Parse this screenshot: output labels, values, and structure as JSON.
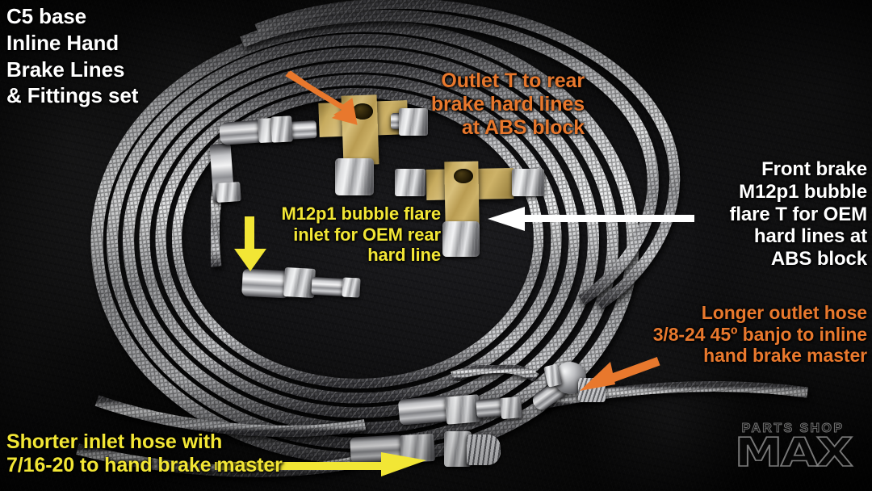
{
  "product": {
    "title_lines": [
      "C5 base",
      "Inline Hand",
      "Brake Lines",
      "& Fittings set"
    ],
    "title_text": "C5 base\nInline Hand\nBrake Lines\n& Fittings set"
  },
  "annotations": [
    {
      "id": "outlet-t-rear",
      "text": "Outlet T to rear\nbrake hard lines\nat ABS block",
      "color": "#e8782d",
      "color_name": "orange",
      "align": "right",
      "arrow": {
        "direction": "down-right",
        "color": "#e8782d"
      }
    },
    {
      "id": "m12p1-rear-inlet",
      "text": "M12p1 bubble flare\ninlet for OEM rear\nhard line",
      "color": "#f2e635",
      "color_name": "yellow",
      "align": "right",
      "arrow": {
        "direction": "down",
        "color": "#f2e635"
      }
    },
    {
      "id": "front-brake-t",
      "text": "Front brake\nM12p1 bubble\nflare T for OEM\nhard lines at\nABS block",
      "color": "#ffffff",
      "color_name": "white",
      "align": "right",
      "arrow": {
        "direction": "left",
        "color": "#ffffff"
      }
    },
    {
      "id": "longer-outlet-hose",
      "text": "Longer outlet hose\n3/8-24 45º banjo to inline\nhand brake master",
      "color": "#e8782d",
      "color_name": "orange",
      "align": "right",
      "arrow": {
        "direction": "down-left",
        "color": "#e8782d"
      }
    },
    {
      "id": "shorter-inlet-hose",
      "text": "Shorter inlet hose with\n7/16-20 to hand brake master",
      "color": "#f2e635",
      "color_name": "yellow",
      "align": "left",
      "arrow": {
        "direction": "right",
        "color": "#f2e635"
      }
    }
  ],
  "watermark": {
    "top_line": "PARTS SHOP",
    "main_line": "MAX"
  },
  "palette": {
    "orange": "#e8782d",
    "yellow": "#f2e635",
    "white": "#ffffff",
    "brass": "#c7ab5f",
    "steel": "#d7d8da",
    "background": "#0a0a0c"
  }
}
